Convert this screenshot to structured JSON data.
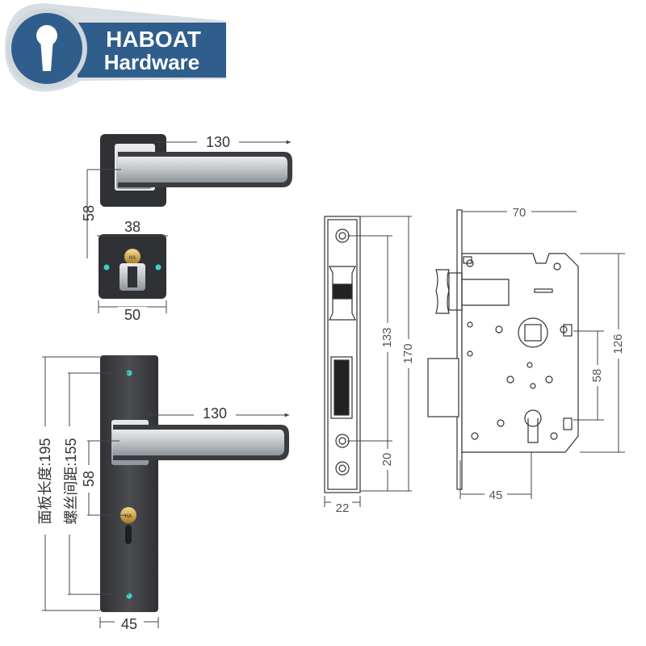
{
  "logo": {
    "brand_line1": "HABOAT",
    "brand_line2": "Hardware",
    "color_blue": "#2f5d8c",
    "color_border": "#cfd6dc"
  },
  "top_handle": {
    "length_label": "130",
    "height_label": "58"
  },
  "escutcheon": {
    "hole_spacing_label": "38",
    "width_label": "50"
  },
  "plate_handle": {
    "handle_length_label": "130",
    "handle_height_label": "58",
    "plate_length_label": "面板长度:195",
    "screw_spacing_label": "螺丝间距:155",
    "plate_width_label": "45"
  },
  "faceplate": {
    "screw_to_latch_label": "133",
    "height_label": "170",
    "lower_offset_label": "20",
    "width_label": "22"
  },
  "mortise_body": {
    "width_label": "70",
    "height_label": "126",
    "spindle_cylinder_label": "58",
    "backset_label": "45"
  },
  "colors": {
    "dark_metal": "#3c3e41",
    "silver": "#c9cccf",
    "accent_dot": "#3ed0c6",
    "brass": "#d3a84a",
    "line": "#444444"
  }
}
